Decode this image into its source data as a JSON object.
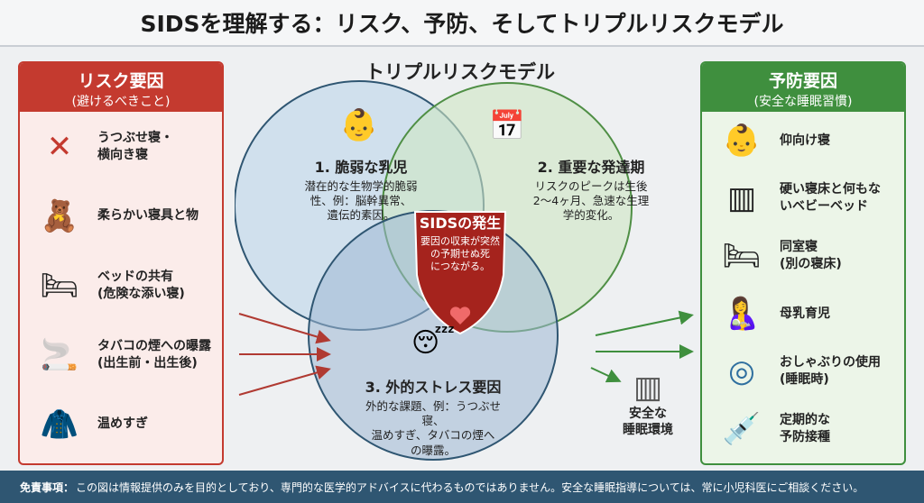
{
  "title": "SIDSを理解する：リスク、予防、そしてトリプルリスクモデル",
  "risk": {
    "title": "リスク要因",
    "subtitle": "(避けるべきこと)",
    "items": [
      {
        "label": "うつぶせ寝・\n横向き寝",
        "icon": "prone-baby-icon"
      },
      {
        "label": "柔らかい寝具と物",
        "icon": "soft-bedding-icon"
      },
      {
        "label": "ベッドの共有\n(危険な添い寝)",
        "icon": "bed-sharing-icon"
      },
      {
        "label": "タバコの煙への曝露\n(出生前・出生後)",
        "icon": "cigarette-icon"
      },
      {
        "label": "温めすぎ",
        "icon": "overheated-baby-icon"
      }
    ]
  },
  "prevention": {
    "title": "予防要因",
    "subtitle": "(安全な睡眠習慣)",
    "items": [
      {
        "label": "仰向け寝",
        "icon": "supine-baby-icon"
      },
      {
        "label": "硬い寝床と何もな\nいベビーベッド",
        "icon": "crib-icon"
      },
      {
        "label": "同室寝\n(別の寝床)",
        "icon": "room-sharing-icon"
      },
      {
        "label": "母乳育児",
        "icon": "breastfeeding-icon"
      },
      {
        "label": "おしゃぶりの使用\n(睡眠時)",
        "icon": "pacifier-icon"
      },
      {
        "label": "定期的な\n予防接種",
        "icon": "syringe-icon"
      }
    ]
  },
  "model": {
    "title": "トリプルリスクモデル",
    "c1": {
      "heading": "1. 脆弱な乳児",
      "text": "潜在的な生物学的脆弱\n性、例：脳幹異常、\n遺伝的素因。"
    },
    "c2": {
      "heading": "2. 重要な発達期",
      "text": "リスクのピークは生後\n2〜4ヶ月、急速な生理\n学的変化。"
    },
    "c3": {
      "heading": "3. 外的ストレス要因",
      "text": "外的な課題、例：うつぶせ寝、\n温めすぎ、タバコの煙へ\nの曝露。"
    },
    "center": {
      "heading": "SIDSの発生",
      "text": "要因の収束が突然\nの予期せぬ死\nにつながる。"
    }
  },
  "safe_env": "安全な\n睡眠環境",
  "footer": {
    "label": "免責事項：",
    "text": "この図は情報提供のみを目的としており、専門的な医学的アドバイスに代わるものではありません。安全な睡眠指導については、常に小児科医にご相談ください。"
  },
  "colors": {
    "risk": "#c43a2f",
    "prevention": "#3f8f3e",
    "footer": "#2f5672"
  }
}
